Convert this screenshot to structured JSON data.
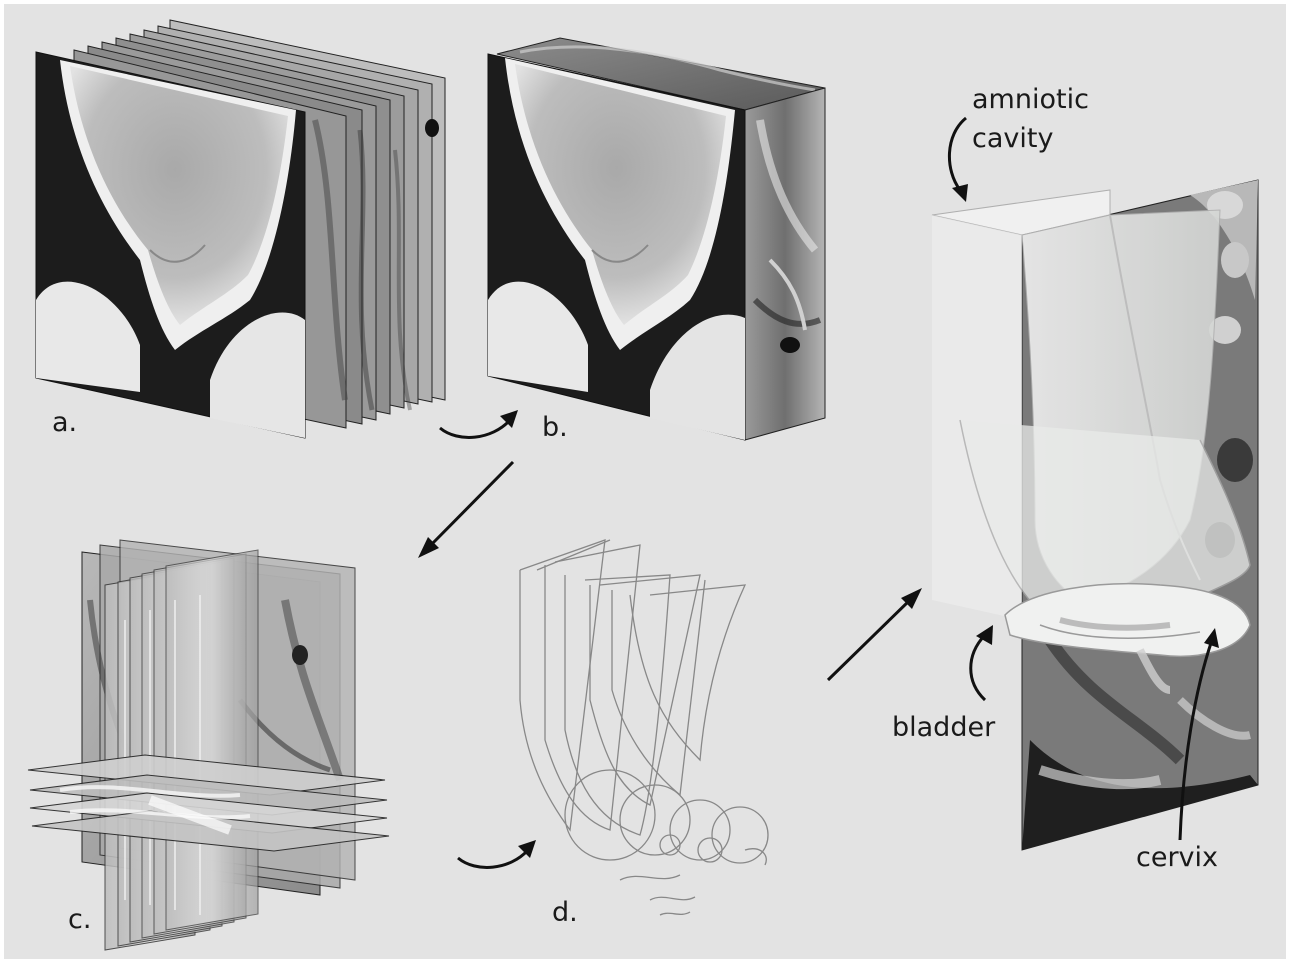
{
  "figure": {
    "background": "#e3e3e3",
    "panels": [
      {
        "id": "a",
        "label": "a.",
        "content": "stacked 2D MRI slices"
      },
      {
        "id": "b",
        "label": "b.",
        "content": "reconstructed 3D MRI volume"
      },
      {
        "id": "c",
        "label": "c.",
        "content": "orthogonal resliced planes"
      },
      {
        "id": "d",
        "label": "d.",
        "content": "traced contour curves"
      },
      {
        "id": "e",
        "label": "",
        "content": "3D surface model over MRI slice"
      }
    ],
    "annotations": {
      "amniotic": "amniotic",
      "cavity": "cavity",
      "bladder": "bladder",
      "cervix": "cervix"
    },
    "colors": {
      "panel": "#e3e3e3",
      "mri_dark": "#1a1a1a",
      "mri_light": "#f4f4f4",
      "arrow": "#111111",
      "model": "#eef0ee"
    }
  }
}
